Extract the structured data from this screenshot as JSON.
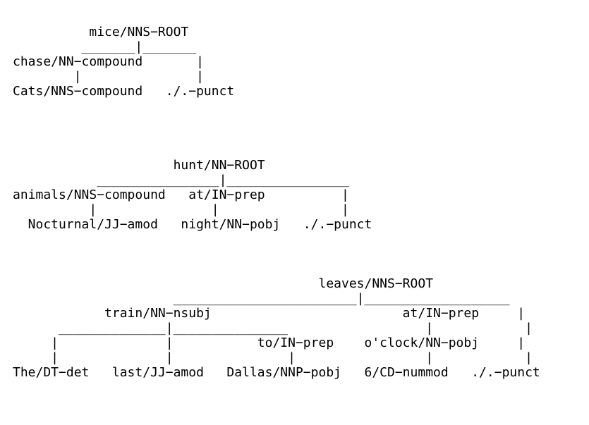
{
  "trees": [
    {
      "lines": [
        "          mice/NNS−ROOT",
        "         _______|_______",
        "chase/NN−compound       |",
        "        |               |",
        "Cats/NNS−compound   ./.−punct"
      ]
    },
    {
      "lines": [
        "                     hunt/NN−ROOT",
        "           ________________|________________",
        "animals/NNS−compound   at/IN−prep          |",
        "          |               |                |",
        "  Nocturnal/JJ−amod   night/NN−pobj   ./.−punct"
      ]
    },
    {
      "lines": [
        "                                        leaves/NNS−ROOT",
        "                     ________________________|___________________",
        "            train/NN−nsubj                         at/IN−prep     |",
        "      ______________|_______________                  |            |",
        "     |              |           to/IN−prep    o'clock/NN−pobj     |",
        "     |              |               |                 |            |",
        "The/DT−det   last/JJ−amod   Dallas/NNP−pobj   6/CD−nummod   ./.−punct"
      ]
    }
  ]
}
